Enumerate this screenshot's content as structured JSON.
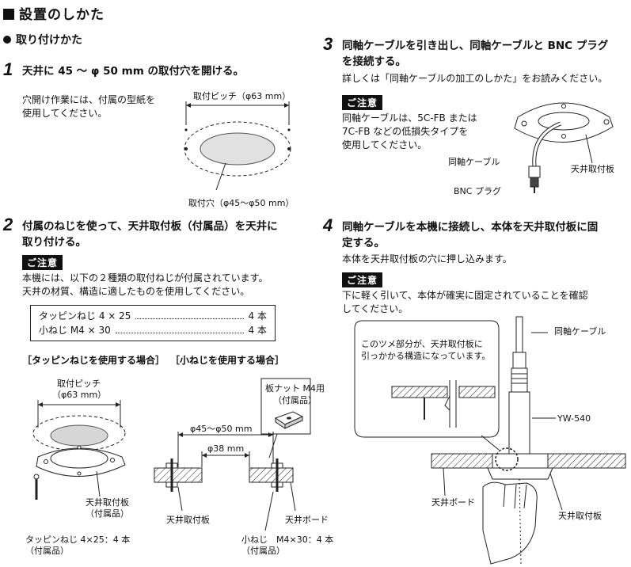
{
  "page_title": "設置のしかた",
  "section_title": "取り付けかた",
  "steps": [
    {
      "num": "1",
      "title": "天井に 45 ～ φ 50 mm の取付穴を開ける。",
      "body": [
        "穴開け作業には、付属の型紙を",
        "使用してください。"
      ],
      "labels": {
        "pitch": "取付ピッチ（φ63 mm）",
        "hole": "取付穴（φ45～φ50 mm）"
      }
    },
    {
      "num": "2",
      "title": [
        "付属のねじを使って、天井取付板（付属品）を天井に",
        "取り付ける。"
      ],
      "caution_label": "ご注意",
      "caution_text": [
        "本機には、以下の２種類の取付ねじが付属されています。",
        "天井の材質、構造に適したものを使用してください。"
      ],
      "screws": [
        {
          "name": "タッピンねじ 4 × 25",
          "qty": "4 本"
        },
        {
          "name": "小ねじ M4 × 30",
          "qty": "4 本"
        }
      ],
      "case_tapping": "［タッピンねじを使用する場合］",
      "case_machine": "［小ねじを使用する場合］",
      "left_fig": {
        "pitch": "取付ピッチ",
        "pitch2": "（φ63 mm）",
        "plate": "天井取付板",
        "plate2": "（付属品）",
        "screw": "タッピンねじ 4×25：4 本",
        "screw2": "（付属品）"
      },
      "right_fig": {
        "nut": "板ナット M4用",
        "nut2": "（付属品）",
        "dim_outer": "φ45～φ50 mm",
        "dim_inner": "φ38 mm",
        "plate": "天井取付板",
        "board": "天井ボード",
        "screw": "小ねじ　M4×30：4 本",
        "screw2": "（付属品）"
      }
    },
    {
      "num": "3",
      "title": [
        "同軸ケーブルを引き出し、同軸ケーブルと BNC プラグ",
        "を接続する。"
      ],
      "body": "詳しくは「同軸ケーブルの加工のしかた」をお読みください。",
      "caution_label": "ご注意",
      "caution_text": [
        "同軸ケーブルは、5C-FB または",
        "7C-FB などの低損失タイプを",
        "使用してください。"
      ],
      "labels": {
        "cable": "同軸ケーブル",
        "plate": "天井取付板",
        "bnc": "BNC プラグ"
      }
    },
    {
      "num": "4",
      "title": [
        "同軸ケーブルを本機に接続し、本体を天井取付板に固",
        "定する。"
      ],
      "body": "本体を天井取付板の穴に押し込みます。",
      "caution_label": "ご注意",
      "caution_text": [
        "下に軽く引いて、本体が確実に固定されていることを確認",
        "してください。"
      ],
      "labels": {
        "callout1": "このツメ部分が、天井取付板に",
        "callout2": "引っかかる構造になっています。",
        "cable": "同軸ケーブル",
        "model": "YW-540",
        "board": "天井ボード",
        "plate": "天井取付板"
      }
    }
  ]
}
